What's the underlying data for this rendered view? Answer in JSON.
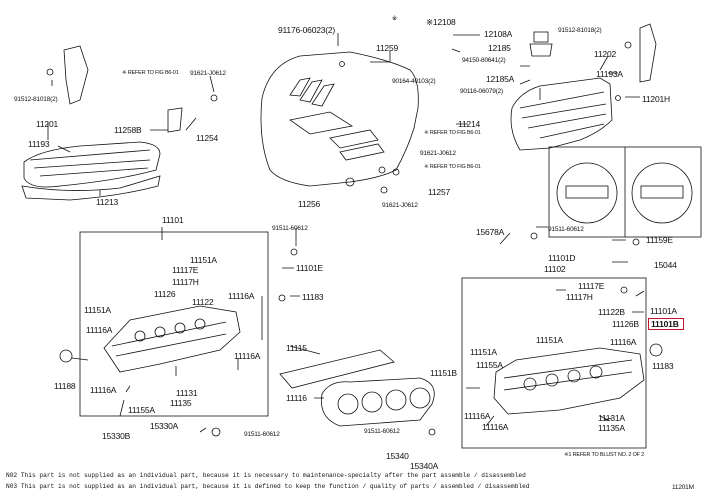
{
  "labels": {
    "p91176": "91176-06023(2)",
    "p11259": "11259",
    "p12108": "※12108",
    "p12108a": "12108A",
    "p12185": "12185",
    "p91512_r": "91512-81018(2)",
    "p11202": "11202",
    "p94150": "94150-80641(2)",
    "p11193a_r": "11193A",
    "p12185a": "12185A",
    "p90116": "90116-06079(2)",
    "p11201h": "11201H",
    "p90164": "90164-40103(2)",
    "p11214": "11214",
    "p91512_l": "91512-81018(2)",
    "p91621_t": "91621-J0612",
    "p11258b": "11258B",
    "p11254": "11254",
    "p11201": "11201",
    "p11193": "11193",
    "p11213": "11213",
    "p91621_m": "91621-J0612",
    "p11257": "11257",
    "p11256": "11256",
    "p91621_b": "91621-J0612",
    "p11101": "11101",
    "p91511_l": "91511-60612",
    "p11101e": "11101E",
    "p11151a_l": "11151A",
    "p11117e_l": "11117E",
    "p11117h_l": "11117H",
    "p11126_l": "11126",
    "p11122_l": "11122",
    "p11151a_l2": "11151A",
    "p11116a_l": "11116A",
    "p11183_l": "11183",
    "p11116a_l2": "11116A",
    "p11116a_l3": "11116A",
    "p11188": "11188",
    "p11116a_l4": "11116A",
    "p11131": "11131",
    "p11135": "11135",
    "p11155a_l": "11155A",
    "p11115": "11115",
    "p11116": "11116",
    "p15330a": "15330A",
    "p15330b": "15330B",
    "p91511_bl": "91511-60612",
    "p15678a": "15678A",
    "p91511_r": "91511-60612",
    "p11159e": "11159E",
    "p11101d": "11101D",
    "p11102": "11102",
    "p15044": "15044",
    "p11117e_r": "11117E",
    "p11117h_r": "11117H",
    "p11101a": "11101A",
    "p11122b": "11122B",
    "p11126b": "11126B",
    "p11101b": "11101B",
    "p11151a_r": "11151A",
    "p11151a_r2": "11151A",
    "p11155a_r": "11155A",
    "p11116a_r": "11116A",
    "p11151b": "11151B",
    "p11183_r": "11183",
    "p11116a_r2": "11116A",
    "p11116a_r3": "11116A",
    "p11131a": "11131A",
    "p11135a": "11135A",
    "p91511_br": "91511-60612",
    "p15340": "15340",
    "p15340a": "15340A",
    "ref_note": "※ REFER TO FIG B6-01",
    "refer_bottom": "※1 REFER TO BLUST NO. 2 OF 2",
    "n02": "N02 This part is not supplied as an individual part, because it is necessary to maintenance-specialty after the part assemble / disassembled",
    "n03": "N03 This part is not supplied as an individual part, because it is defined to keep the function / quality of parts / assembled / disassembled",
    "fig_id": "11201M"
  },
  "colors": {
    "line": "#111111",
    "highlight": "#c0152a"
  }
}
